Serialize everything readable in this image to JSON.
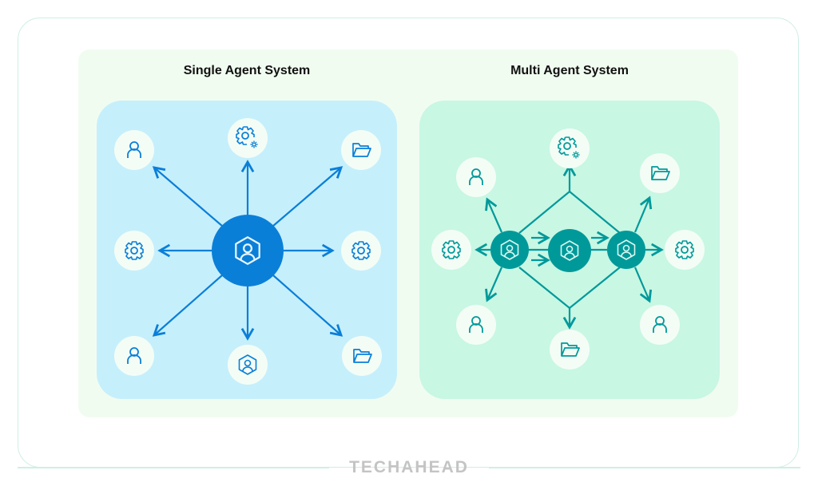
{
  "single": {
    "title": "Single Agent System"
  },
  "multi": {
    "title": "Multi Agent System"
  },
  "brand": {
    "logo": "TECHAHEAD"
  },
  "colors": {
    "single_bg": "#c6effc",
    "single_accent": "#0a7fd8",
    "multi_bg": "#c8f7e4",
    "multi_accent": "#00999a",
    "node_bg": "#f3fdf6"
  }
}
